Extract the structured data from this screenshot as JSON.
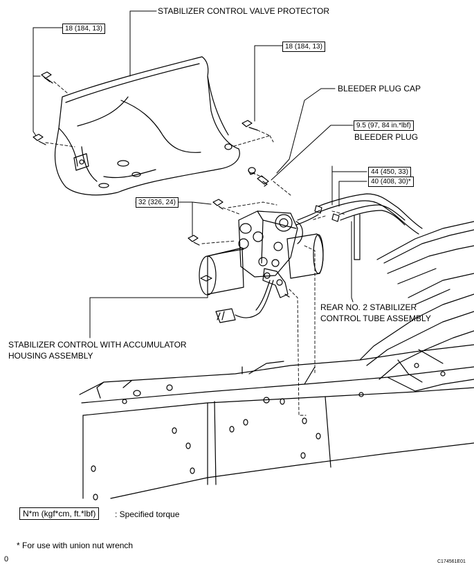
{
  "labels": {
    "protector": "STABILIZER CONTROL VALVE PROTECTOR",
    "bleeder_cap": "BLEEDER PLUG CAP",
    "bleeder_plug": "BLEEDER PLUG",
    "rear_tube_line1": "REAR NO. 2 STABILIZER",
    "rear_tube_line2": "CONTROL TUBE ASSEMBLY",
    "accumulator_line1": "STABILIZER CONTROL WITH ACCUMULATOR",
    "accumulator_line2": "HOUSING ASSEMBLY"
  },
  "torques": {
    "protector_left": "18 (184, 13)",
    "protector_right": "18 (184, 13)",
    "bleeder_plug": "9.5 (97, 84 in.*lbf)",
    "union_nut": "44 (450, 33)",
    "union_nut_wrench": "40 (408, 30)*",
    "housing_bolts": "32 (326, 24)"
  },
  "legend": {
    "unit_box": "N*m (kgf*cm, ft.*lbf)",
    "unit_desc": ": Specified torque",
    "footnote": "* For use with union nut wrench"
  },
  "corner": {
    "left_mark": "0",
    "figure_code": "C174561E01"
  }
}
